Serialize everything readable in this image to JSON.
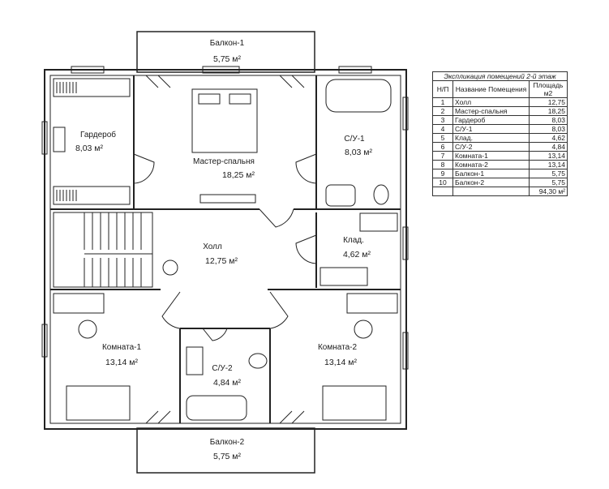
{
  "rooms": {
    "balcony1": {
      "name": "Балкон-1",
      "area": "5,75 м²"
    },
    "wardrobe": {
      "name": "Гардероб",
      "area": "8,03 м²"
    },
    "master": {
      "name": "Мастер-спальня",
      "area": "18,25 м²"
    },
    "bath1": {
      "name": "С/У-1",
      "area": "8,03 м²"
    },
    "hall": {
      "name": "Холл",
      "area": "12,75 м²"
    },
    "storage": {
      "name": "Клад.",
      "area": "4,62 м²"
    },
    "room1": {
      "name": "Комната-1",
      "area": "13,14 м²"
    },
    "bath2": {
      "name": "С/У-2",
      "area": "4,84 м²"
    },
    "room2": {
      "name": "Комната-2",
      "area": "13,14 м²"
    },
    "balcony2": {
      "name": "Балкон-2",
      "area": "5,75 м²"
    }
  },
  "legend": {
    "caption": "Экспликация помещений 2-й этаж",
    "headers": {
      "num": "Н/П",
      "name": "Название Помещения",
      "area": "Площадь м2"
    },
    "rows": [
      {
        "num": "1",
        "name": "Холл",
        "area": "12,75"
      },
      {
        "num": "2",
        "name": "Мастер-спальня",
        "area": "18,25"
      },
      {
        "num": "3",
        "name": "Гардероб",
        "area": "8,03"
      },
      {
        "num": "4",
        "name": "С/У-1",
        "area": "8,03"
      },
      {
        "num": "5",
        "name": "Клад.",
        "area": "4,62"
      },
      {
        "num": "6",
        "name": "С/У-2",
        "area": "4,84"
      },
      {
        "num": "7",
        "name": "Комната-1",
        "area": "13,14"
      },
      {
        "num": "8",
        "name": "Комната-2",
        "area": "13,14"
      },
      {
        "num": "9",
        "name": "Балкон-1",
        "area": "5,75"
      },
      {
        "num": "10",
        "name": "Балкон-2",
        "area": "5,75"
      }
    ],
    "total": "94,30 м²"
  }
}
